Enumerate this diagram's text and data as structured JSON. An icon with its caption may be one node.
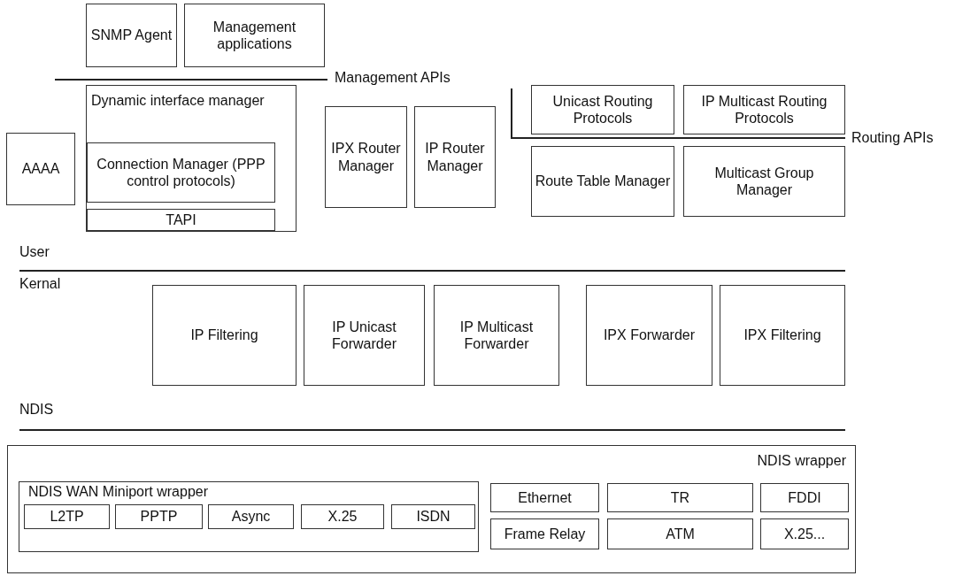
{
  "diagram": {
    "nodes": [
      {
        "text": [
          "SNMP Agent"
        ]
      },
      {
        "text": [
          "Management applications"
        ]
      },
      {
        "text": [
          "Dynamic interface manager"
        ]
      },
      {
        "text": [
          "Connection Manager (PPP control protocols)"
        ],
        "in": 2
      },
      {
        "text": [
          "TAPI"
        ],
        "in": 2
      },
      {
        "text": [
          "AAAA"
        ]
      },
      {
        "text": [
          "IPX Router Manager"
        ]
      },
      {
        "text": [
          "IP Router Manager"
        ]
      },
      {
        "text": [
          "Unicast Routing Protocols"
        ]
      },
      {
        "text": [
          "IP Multicast Routing Protocols"
        ]
      },
      {
        "text": [
          "Route Table Manager"
        ]
      },
      {
        "text": [
          "Multicast Group Manager"
        ]
      },
      {
        "text": [
          "IP Filtering"
        ]
      },
      {
        "text": [
          "IP Unicast Forwarder"
        ]
      },
      {
        "text": [
          "IP Multicast Forwarder"
        ]
      },
      {
        "text": [
          "IPX Forwarder"
        ]
      },
      {
        "text": [
          "IPX Filtering"
        ]
      },
      {
        "text": [
          "NDIS wrapper"
        ]
      },
      {
        "text": [
          "NDIS WAN Miniport wrapper"
        ],
        "in": 17
      },
      {
        "text": [
          "L2TP"
        ],
        "in": 18
      },
      {
        "text": [
          "PPTP"
        ],
        "in": 18
      },
      {
        "text": [
          "Async"
        ],
        "in": 18
      },
      {
        "text": [
          "X.25"
        ],
        "in": 18
      },
      {
        "text": [
          "ISDN"
        ],
        "in": 18
      },
      {
        "text": [
          "Ethernet"
        ],
        "in": 17
      },
      {
        "text": [
          "TR"
        ],
        "in": 17
      },
      {
        "text": [
          "FDDI"
        ],
        "in": 17
      },
      {
        "text": [
          "Frame Relay"
        ],
        "in": 17
      },
      {
        "text": [
          "ATM"
        ],
        "in": 17
      },
      {
        "text": [
          "X.25..."
        ],
        "in": 17
      }
    ],
    "edges": [],
    "labels": [
      "Management APIs",
      "Routing APIs",
      "User",
      "Kernal",
      "NDIS"
    ]
  }
}
